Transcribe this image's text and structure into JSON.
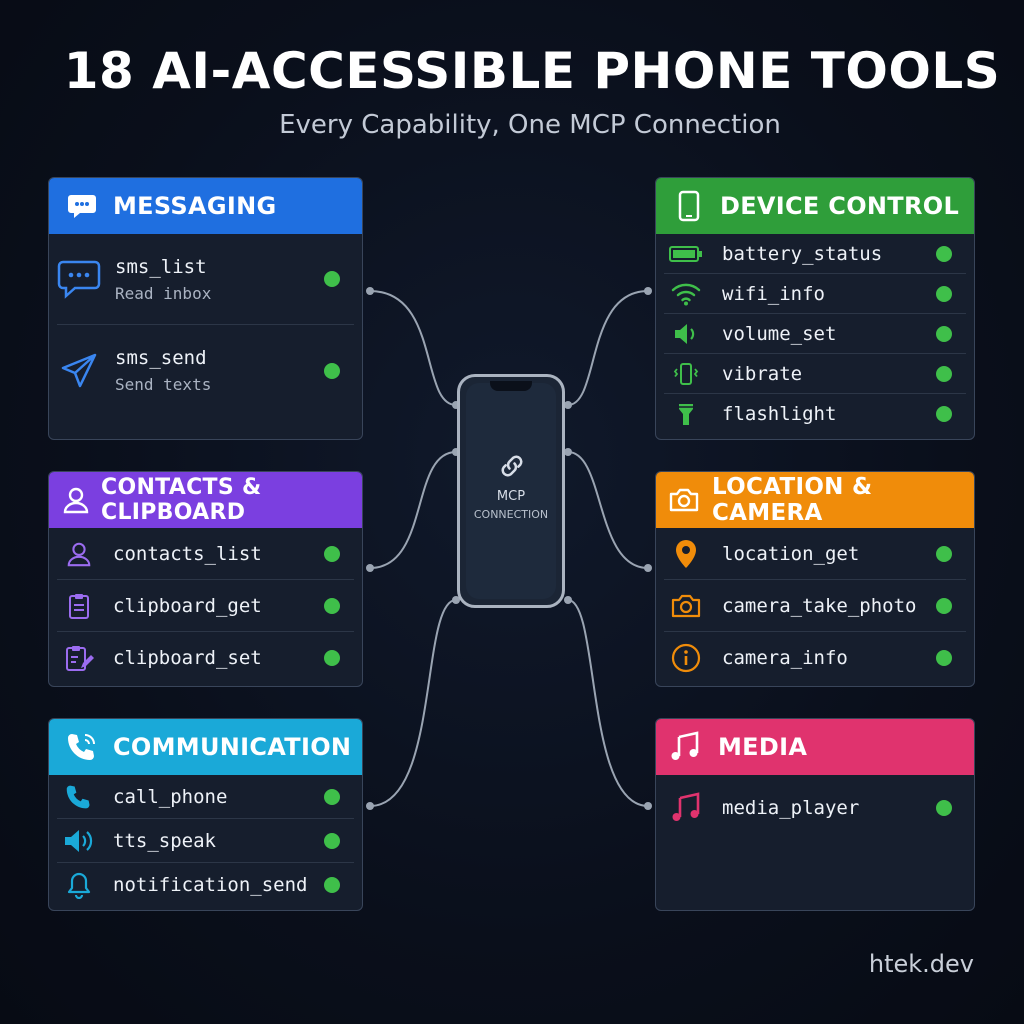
{
  "title": "18 AI-ACCESSIBLE PHONE TOOLS",
  "subtitle": "Every Capability, One MCP Connection",
  "hub": {
    "line1": "MCP",
    "line2": "CONNECTION"
  },
  "footer": "htek.dev",
  "colors": {
    "messaging": "#1f6fe0",
    "device_control": "#2f9e3a",
    "contacts_clipboard": "#7b3fe0",
    "location_camera": "#f08c0a",
    "communication": "#1aa9d8",
    "media": "#e0336e",
    "status_dot": "#3fbf4a"
  },
  "messaging": {
    "header": "MESSAGING",
    "tools": [
      {
        "name": "sms_list",
        "desc": "Read inbox",
        "icon": "chat-bubble-icon"
      },
      {
        "name": "sms_send",
        "desc": "Send texts",
        "icon": "paper-plane-icon"
      }
    ]
  },
  "device_control": {
    "header": "DEVICE CONTROL",
    "tools": [
      {
        "name": "battery_status",
        "icon": "battery-icon"
      },
      {
        "name": "wifi_info",
        "icon": "wifi-icon"
      },
      {
        "name": "volume_set",
        "icon": "speaker-icon"
      },
      {
        "name": "vibrate",
        "icon": "vibrate-icon"
      },
      {
        "name": "flashlight",
        "icon": "flashlight-icon"
      }
    ]
  },
  "contacts_clipboard": {
    "header": "CONTACTS & CLIPBOARD",
    "tools": [
      {
        "name": "contacts_list",
        "icon": "person-icon"
      },
      {
        "name": "clipboard_get",
        "icon": "clipboard-icon"
      },
      {
        "name": "clipboard_set",
        "icon": "clipboard-edit-icon"
      }
    ]
  },
  "location_camera": {
    "header": "LOCATION & CAMERA",
    "tools": [
      {
        "name": "location_get",
        "icon": "location-pin-icon"
      },
      {
        "name": "camera_take_photo",
        "icon": "camera-icon"
      },
      {
        "name": "camera_info",
        "icon": "info-icon"
      }
    ]
  },
  "communication": {
    "header": "COMMUNICATION",
    "tools": [
      {
        "name": "call_phone",
        "icon": "phone-icon"
      },
      {
        "name": "tts_speak",
        "icon": "speaker-icon"
      },
      {
        "name": "notification_send",
        "icon": "bell-icon"
      }
    ]
  },
  "media": {
    "header": "MEDIA",
    "tools": [
      {
        "name": "media_player",
        "icon": "music-note-icon"
      }
    ]
  }
}
